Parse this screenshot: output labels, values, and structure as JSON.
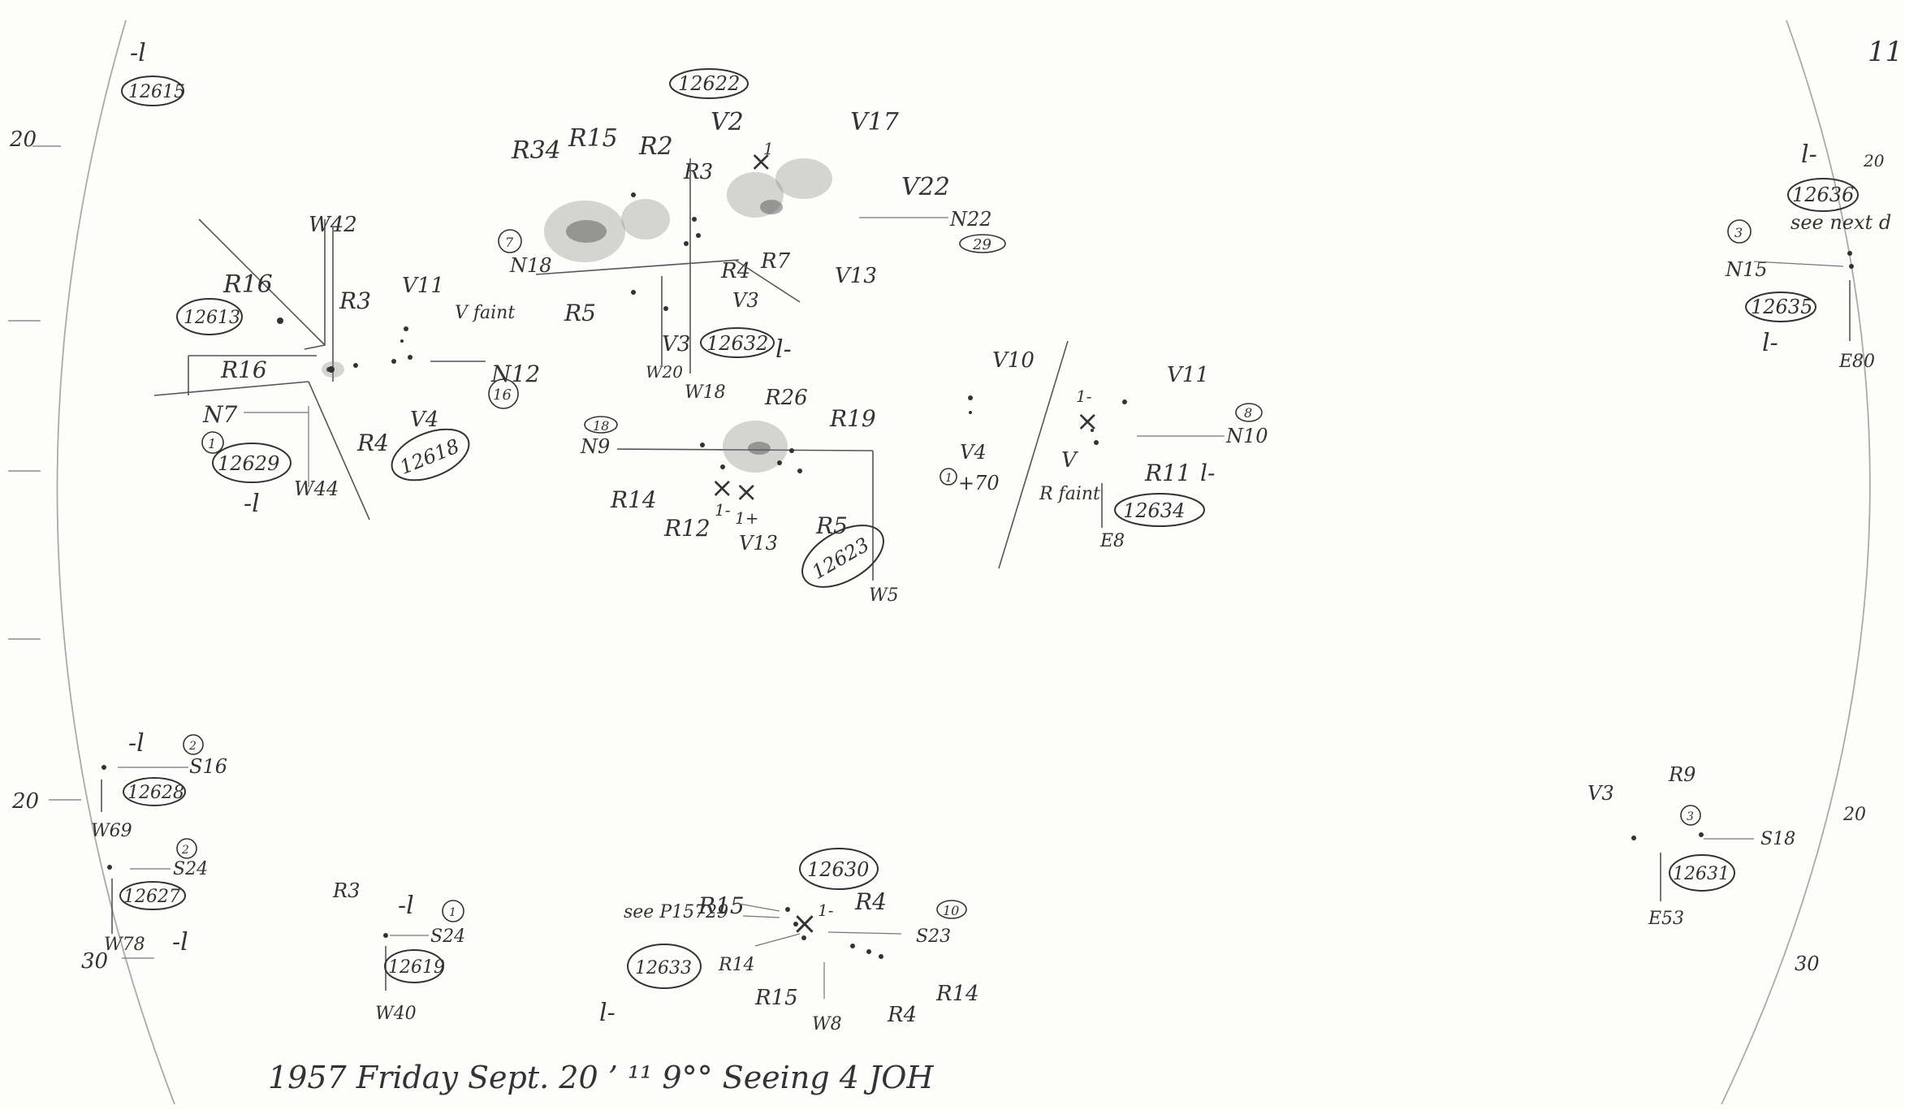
{
  "sheet": {
    "page_number": "11",
    "footer": "1957 Friday Sept. 20 ’ ¹¹ 9°° Seeing 4 JOH"
  },
  "margin_marks": {
    "left_top": "20",
    "left_middle": "20",
    "left_bottom": "30",
    "right_top": "20",
    "right_bottom_20": "20",
    "right_bottom_30": "30"
  },
  "groups": [
    {
      "id": "12615",
      "labels": [
        "-l"
      ]
    },
    {
      "id": "12613",
      "labels": [
        "R16"
      ]
    },
    {
      "id": "12629",
      "labels": [
        "R16",
        "N7",
        "W42",
        "W44",
        "-l",
        "1"
      ]
    },
    {
      "id": "12618",
      "labels": [
        "R3",
        "V11",
        "V faint",
        "N12",
        "16",
        "V4",
        "R4"
      ]
    },
    {
      "id": "12622",
      "labels": [
        "R34",
        "R15",
        "R2",
        "R3",
        "V2",
        "V17",
        "V22",
        "N22",
        "29",
        "R7",
        "V13",
        "R4",
        "1"
      ]
    },
    {
      "id": "12632",
      "labels": [
        "N18",
        "7",
        "R5",
        "V3",
        "V3",
        "W20",
        "W18",
        "l-"
      ]
    },
    {
      "id": "12623",
      "labels": [
        "N9",
        "18",
        "R26",
        "R19",
        "R14",
        "R12",
        "1-",
        "1+",
        "V13",
        "R5",
        "W5"
      ]
    },
    {
      "id": "12634",
      "labels": [
        "V10",
        "V4",
        "+70",
        "1",
        "V11",
        "1-",
        "N10",
        "8",
        "V",
        "R faint",
        "R11",
        "l-",
        "E8"
      ]
    },
    {
      "id": "12636",
      "labels": [
        "l-",
        "20",
        "see next d"
      ]
    },
    {
      "id": "12635",
      "labels": [
        "3",
        "N15",
        "l-",
        "E80"
      ]
    },
    {
      "id": "12628",
      "labels": [
        "-l",
        "2",
        "S16",
        "W69"
      ]
    },
    {
      "id": "12627",
      "labels": [
        "2",
        "S24",
        "W78",
        "-l"
      ]
    },
    {
      "id": "12619",
      "labels": [
        "R3",
        "-l",
        "1",
        "S24",
        "W40"
      ]
    },
    {
      "id": "12633",
      "labels": [
        "see P15729",
        "l-"
      ]
    },
    {
      "id": "12630",
      "labels": [
        "R15",
        "R14",
        "1-",
        "R4",
        "10",
        "S23",
        "R15",
        "W8",
        "R4",
        "R14"
      ]
    },
    {
      "id": "12631",
      "labels": [
        "V3",
        "R9",
        "3",
        "S18",
        "E53"
      ]
    }
  ]
}
